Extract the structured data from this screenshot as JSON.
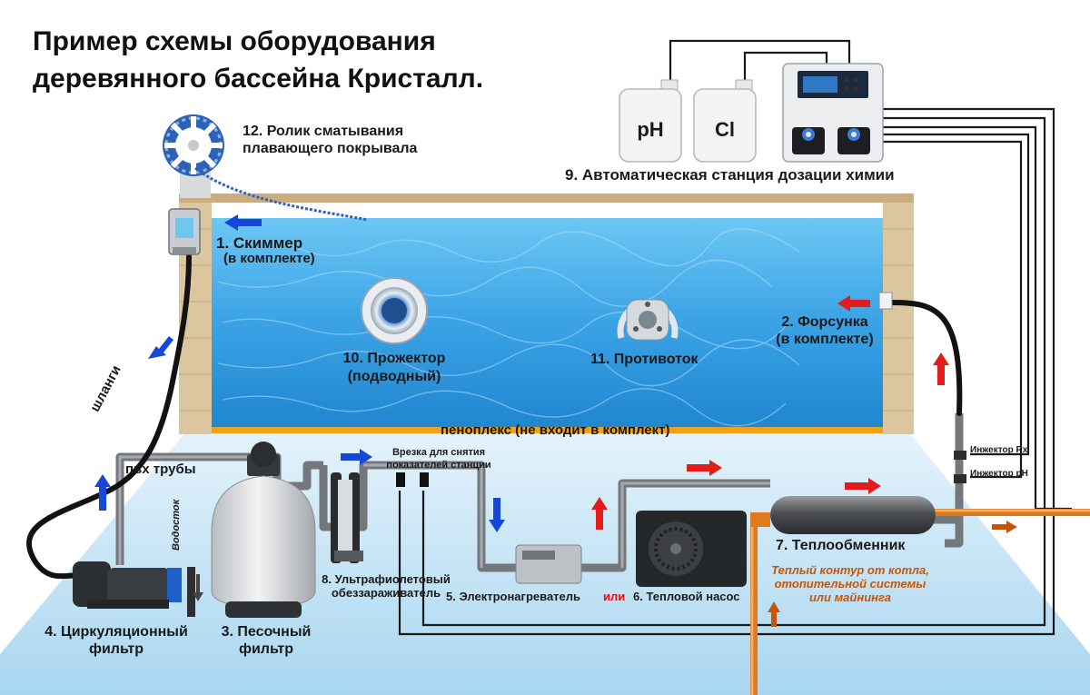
{
  "title": "Пример схемы оборудования деревянного бассейна Кристалл.",
  "labels": {
    "roller": "12. Ролик сматывания плавающего покрывала",
    "skimmer_1": "1. Скиммер",
    "skimmer_2": "(в комплекте)",
    "spotlight_1": "10. Прожектор",
    "spotlight_2": "(подводный)",
    "counterflow": "11. Противоток",
    "nozzle_1": "2. Форсунка",
    "nozzle_2": "(в комплекте)",
    "penoplex": "пеноплекс (не входит в комплект)",
    "dosing": "9. Автоматическая станция дозации химии",
    "ph": "pH",
    "cl": "Cl",
    "hoses": "шланги",
    "pvc": "пвх трубы",
    "drain": "Водосток",
    "tap_1": "Врезка для снятия",
    "tap_2": "показателей станции",
    "uv_1": "8. Ультрафиолетовый",
    "uv_2": "обеззараживатель",
    "heater": "5. Электронагреватель",
    "or": "или",
    "heatpump": "6. Тепловой насос",
    "exchanger": "7. Теплообменник",
    "injector_rx": "Инжектор Rx",
    "injector_ph": "Инжектор pH",
    "warm_1": "Теплый контур от котла,",
    "warm_2": "отопительной системы",
    "warm_3": "или майнинга",
    "pump_1": "4. Циркуляционный",
    "pump_2": "фильтр",
    "sand_1": "3. Песочный",
    "sand_2": "фильтр"
  },
  "colors": {
    "water": "#3fa6e6",
    "wood": "#d9c29a",
    "pipe": "#8c8f93",
    "arrow_blue": "#1548d8",
    "arrow_red": "#e41b1b",
    "hot_pipe": "#e07a1f",
    "floor": "#cfe8f7"
  },
  "icons": [
    "arrow-blue-icon",
    "arrow-red-icon",
    "arrow-orange-icon"
  ]
}
